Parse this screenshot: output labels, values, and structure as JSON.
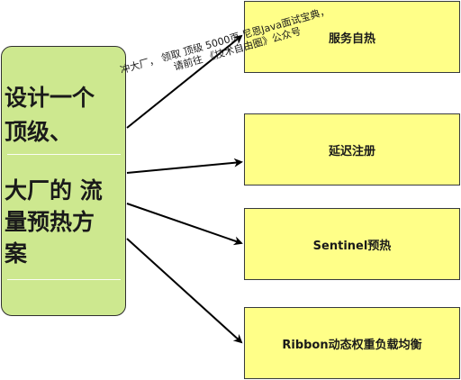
{
  "main_node": {
    "lines": [
      "设计一个",
      "顶级、",
      "大厂的 流",
      "量预热方",
      "案"
    ]
  },
  "boxes": [
    {
      "label": "服务自热"
    },
    {
      "label": "延迟注册"
    },
    {
      "label": "Sentinel预热"
    },
    {
      "label": "Ribbon动态权重负载均衡"
    }
  ],
  "watermark": {
    "line1": "冲大厂， 领取 顶级  5000页 尼恩Java面试宝典，",
    "line2": "请前往 《技术自由圈》公众号"
  },
  "colors": {
    "main_fill": "#cde88f",
    "box_fill": "#ffff88",
    "stroke": "#000000"
  }
}
